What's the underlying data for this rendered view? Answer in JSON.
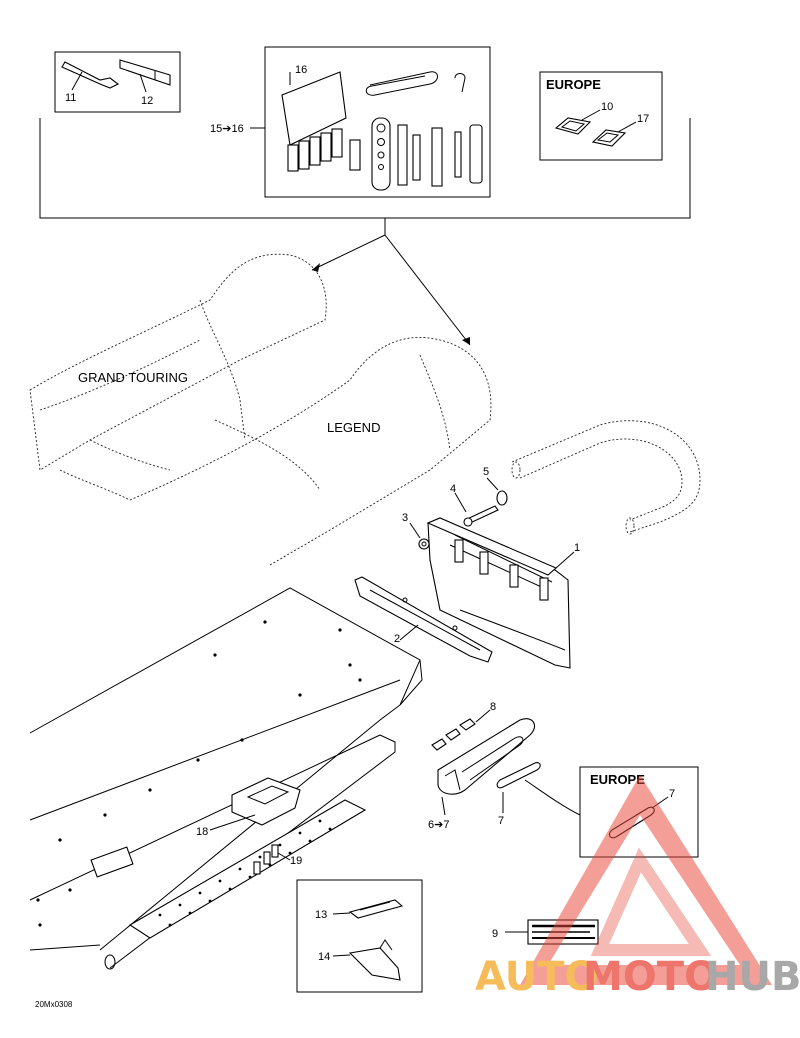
{
  "boxes": {
    "europe_top_title": "EUROPE",
    "europe_mid_title": "EUROPE"
  },
  "labels": {
    "p1": "1",
    "p2": "2",
    "p3": "3",
    "p4": "4",
    "p5": "5",
    "p6_7": "6➔7",
    "p7a": "7",
    "p7b": "7",
    "p8": "8",
    "p9": "9",
    "p10": "10",
    "p11": "11",
    "p12": "12",
    "p13": "13",
    "p14": "14",
    "p15_16": "15➔16",
    "p16": "16",
    "p17": "17",
    "p18": "18",
    "p19": "19"
  },
  "seats": {
    "grand_touring": "GRAND TOURING",
    "legend": "LEGEND"
  },
  "footer": {
    "code": "20Mx0308"
  },
  "watermark": {
    "part1": "AUTO",
    "part2": "MOTO",
    "part3": "HUB",
    "color_orange": "#f5a623",
    "color_red": "#e8483a",
    "color_gray": "#8c8c8c"
  }
}
